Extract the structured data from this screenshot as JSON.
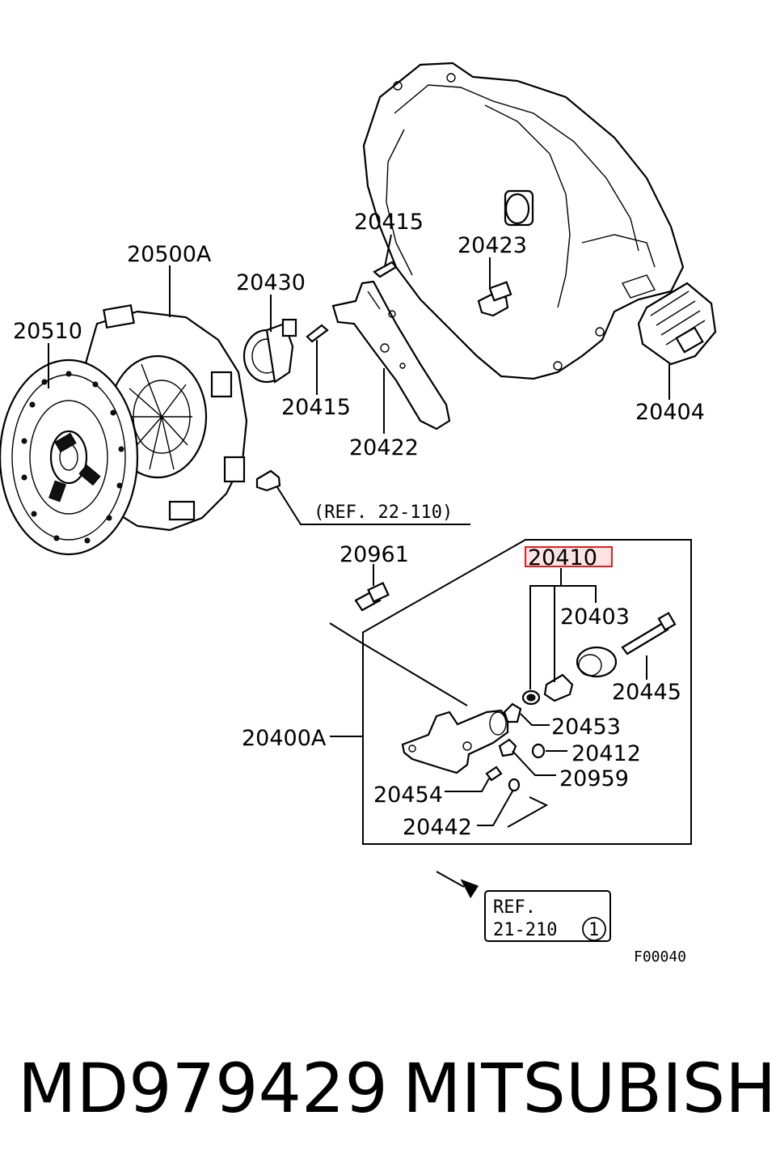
{
  "diagram": {
    "labels": {
      "p20500A": "20500A",
      "p20510": "20510",
      "p20430": "20430",
      "p20415_top": "20415",
      "p20415_mid": "20415",
      "p20422": "20422",
      "p20423": "20423",
      "p20404": "20404",
      "ref_22_110": "(REF. 22-110)",
      "p20961": "20961",
      "p20410": "20410",
      "p20403": "20403",
      "p20445": "20445",
      "p20453": "20453",
      "p20412": "20412",
      "p20400A": "20400A",
      "p20959": "20959",
      "p20454": "20454",
      "p20442": "20442",
      "ref_box_line1": "REF.",
      "ref_box_line2": "21-210",
      "ref_box_circle": "1",
      "figure_code": "F00040"
    },
    "highlight_color": "#e02020",
    "highlight_fill": "#fbe3e3"
  },
  "footer": {
    "part_number": "MD979429",
    "brand": "MITSUBISHI"
  }
}
